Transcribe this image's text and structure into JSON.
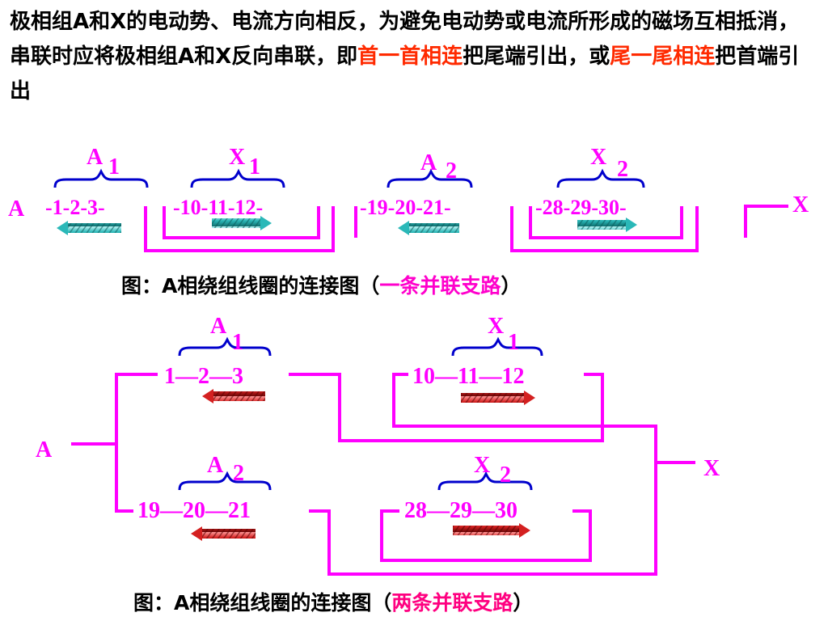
{
  "intro": {
    "part1": "极相组A和X的电动势、电流方向相反，为避免电动势或电流所形成的磁场互相抵消，串联时应将极相组A和X反向串联，即",
    "highlight1": "首一首相连",
    "part2": "把尾端引出，或",
    "highlight2": "尾一尾相连",
    "part3": "把首端引出"
  },
  "diagram1": {
    "terminal_start": "A",
    "terminal_end": "X",
    "groups": [
      {
        "name": "A",
        "sub": "1",
        "coils": "-1-2-3-"
      },
      {
        "name": "X",
        "sub": "1",
        "coils": "-10-11-12-"
      },
      {
        "name": "A",
        "sub": "2",
        "coils": "-19-20-21-"
      },
      {
        "name": "X",
        "sub": "2",
        "coils": "-28-29-30-"
      }
    ],
    "caption_prefix": "图：A相绕组线圈的连接图（",
    "caption_highlight": "一条并联支路",
    "caption_suffix": "）"
  },
  "diagram2": {
    "terminal_start": "A",
    "terminal_end": "X",
    "groups": [
      {
        "name": "A",
        "sub": "1",
        "coils": "1—2—3"
      },
      {
        "name": "X",
        "sub": "1",
        "coils": "10—11—12"
      },
      {
        "name": "A",
        "sub": "2",
        "coils": "19—20—21"
      },
      {
        "name": "X",
        "sub": "2",
        "coils": "28—29—30"
      }
    ],
    "caption_prefix": "图：A相绕组线圈的连接图（",
    "caption_highlight": "两条并联支路",
    "caption_suffix": "）"
  },
  "colors": {
    "wire": "#ff00ff",
    "label": "#ff00ff",
    "brace": "#0000cc",
    "arrow_cyan": "#2ab8b8",
    "arrow_red": "#d42020",
    "highlight": "#ff2a00"
  }
}
